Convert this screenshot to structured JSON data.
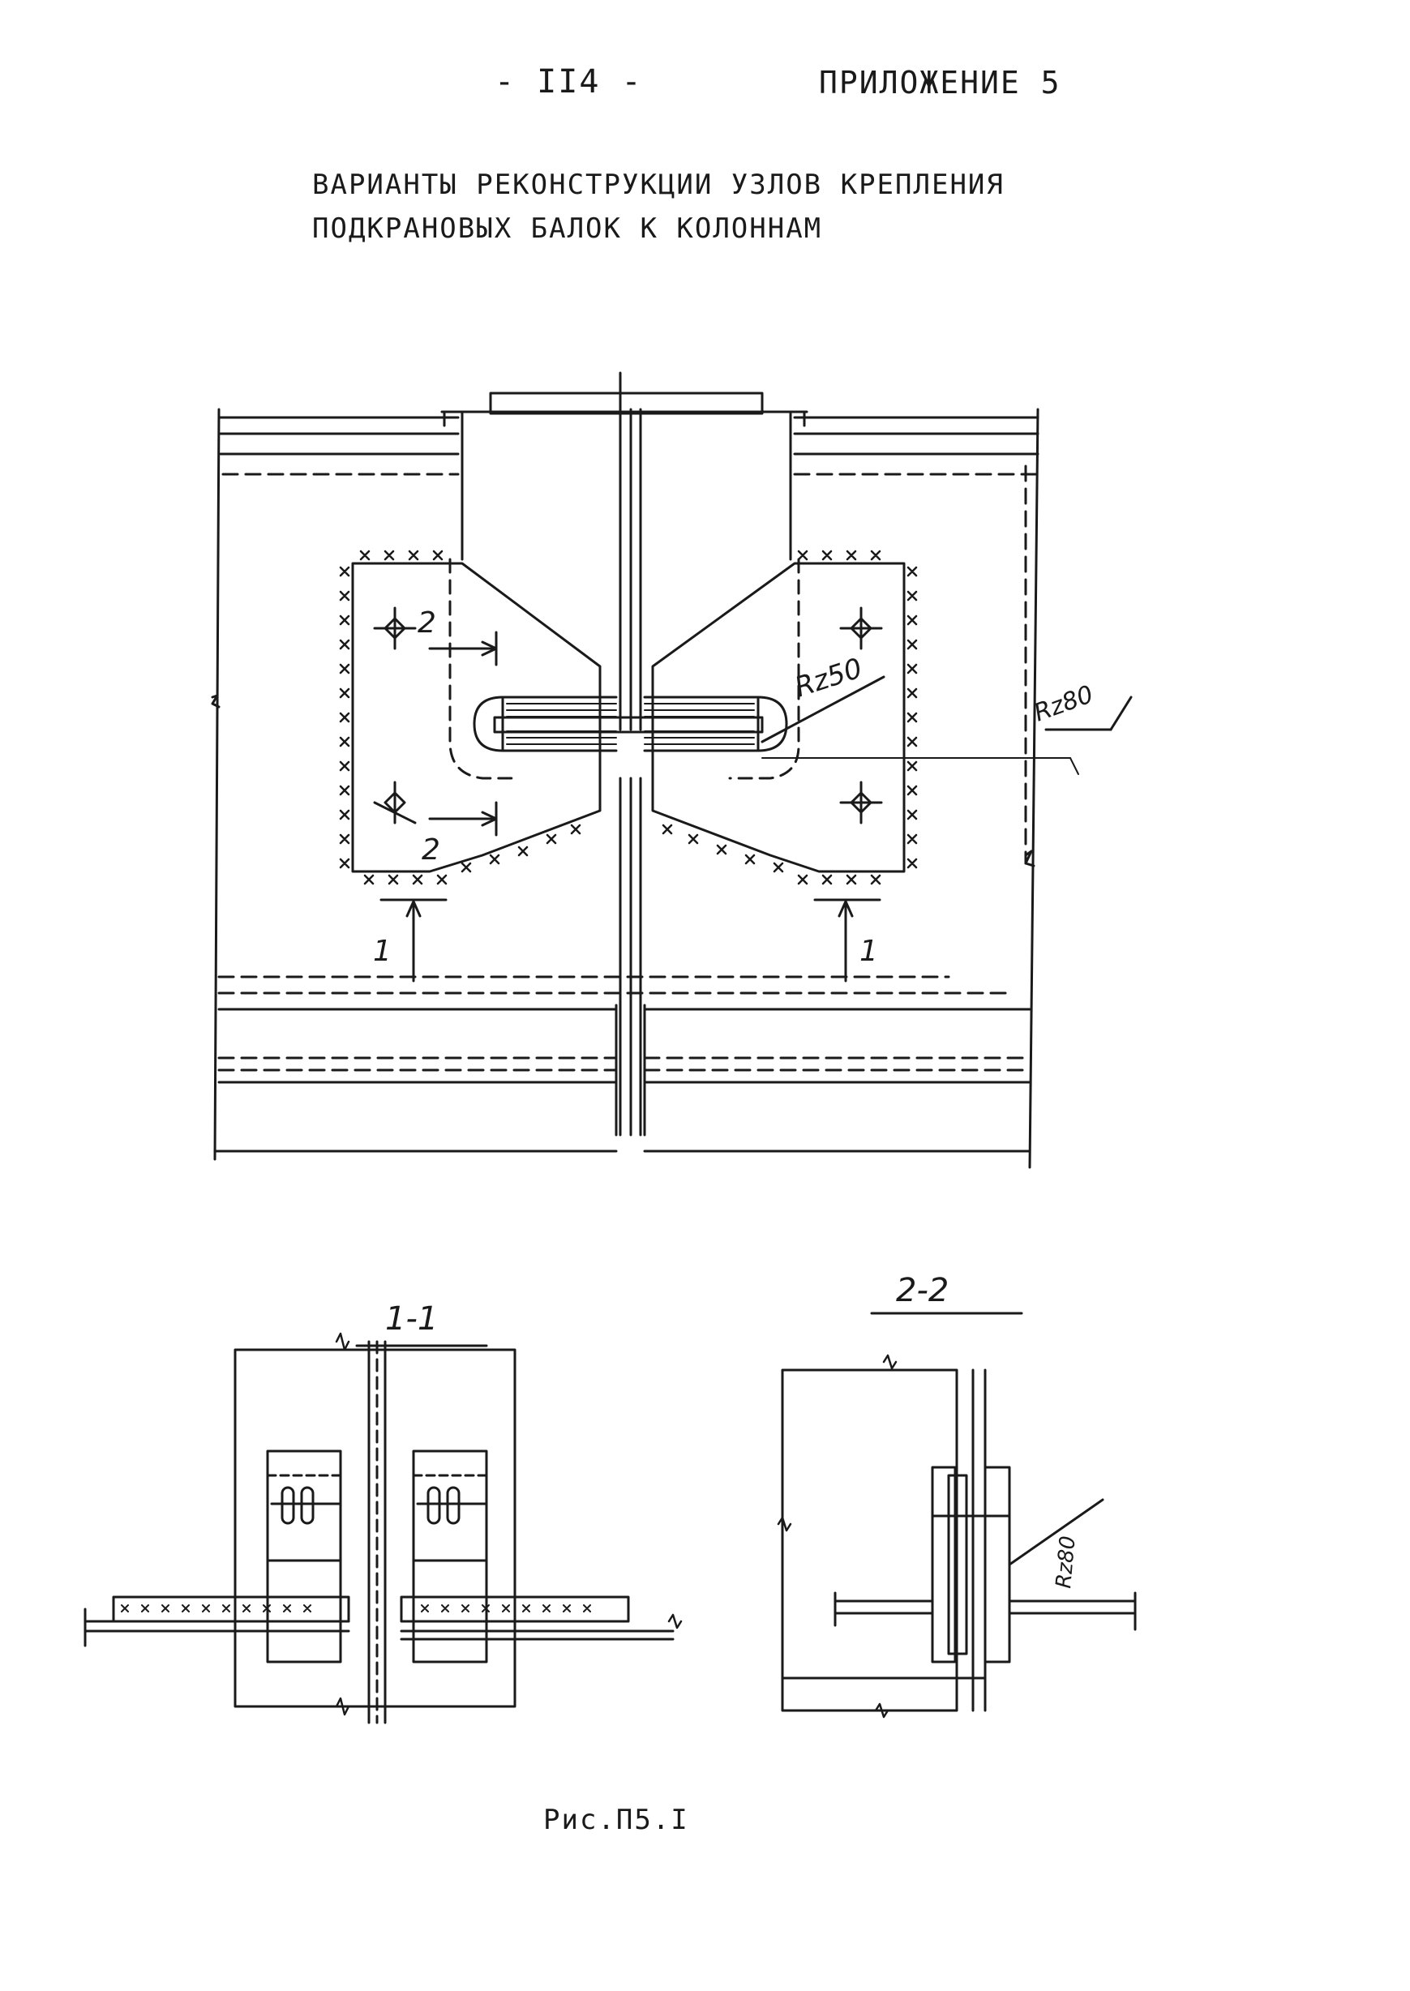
{
  "header": {
    "page_number": "- II4 -",
    "appendix": "ПРИЛОЖЕНИЕ 5"
  },
  "title": {
    "line1": "ВАРИАНТЫ РЕКОНСТРУКЦИИ УЗЛОВ КРЕПЛЕНИЯ",
    "line2": "ПОДКРАНОВЫХ БАЛОК К КОЛОННАМ"
  },
  "drawing": {
    "section_mark_2": "2",
    "section_mark_1": "1",
    "radius_note_50": "Rz50",
    "radius_note_80": "Rz80",
    "section_1_1": "1-1",
    "section_2_2": "2-2"
  },
  "caption": "Рис.П5.I"
}
